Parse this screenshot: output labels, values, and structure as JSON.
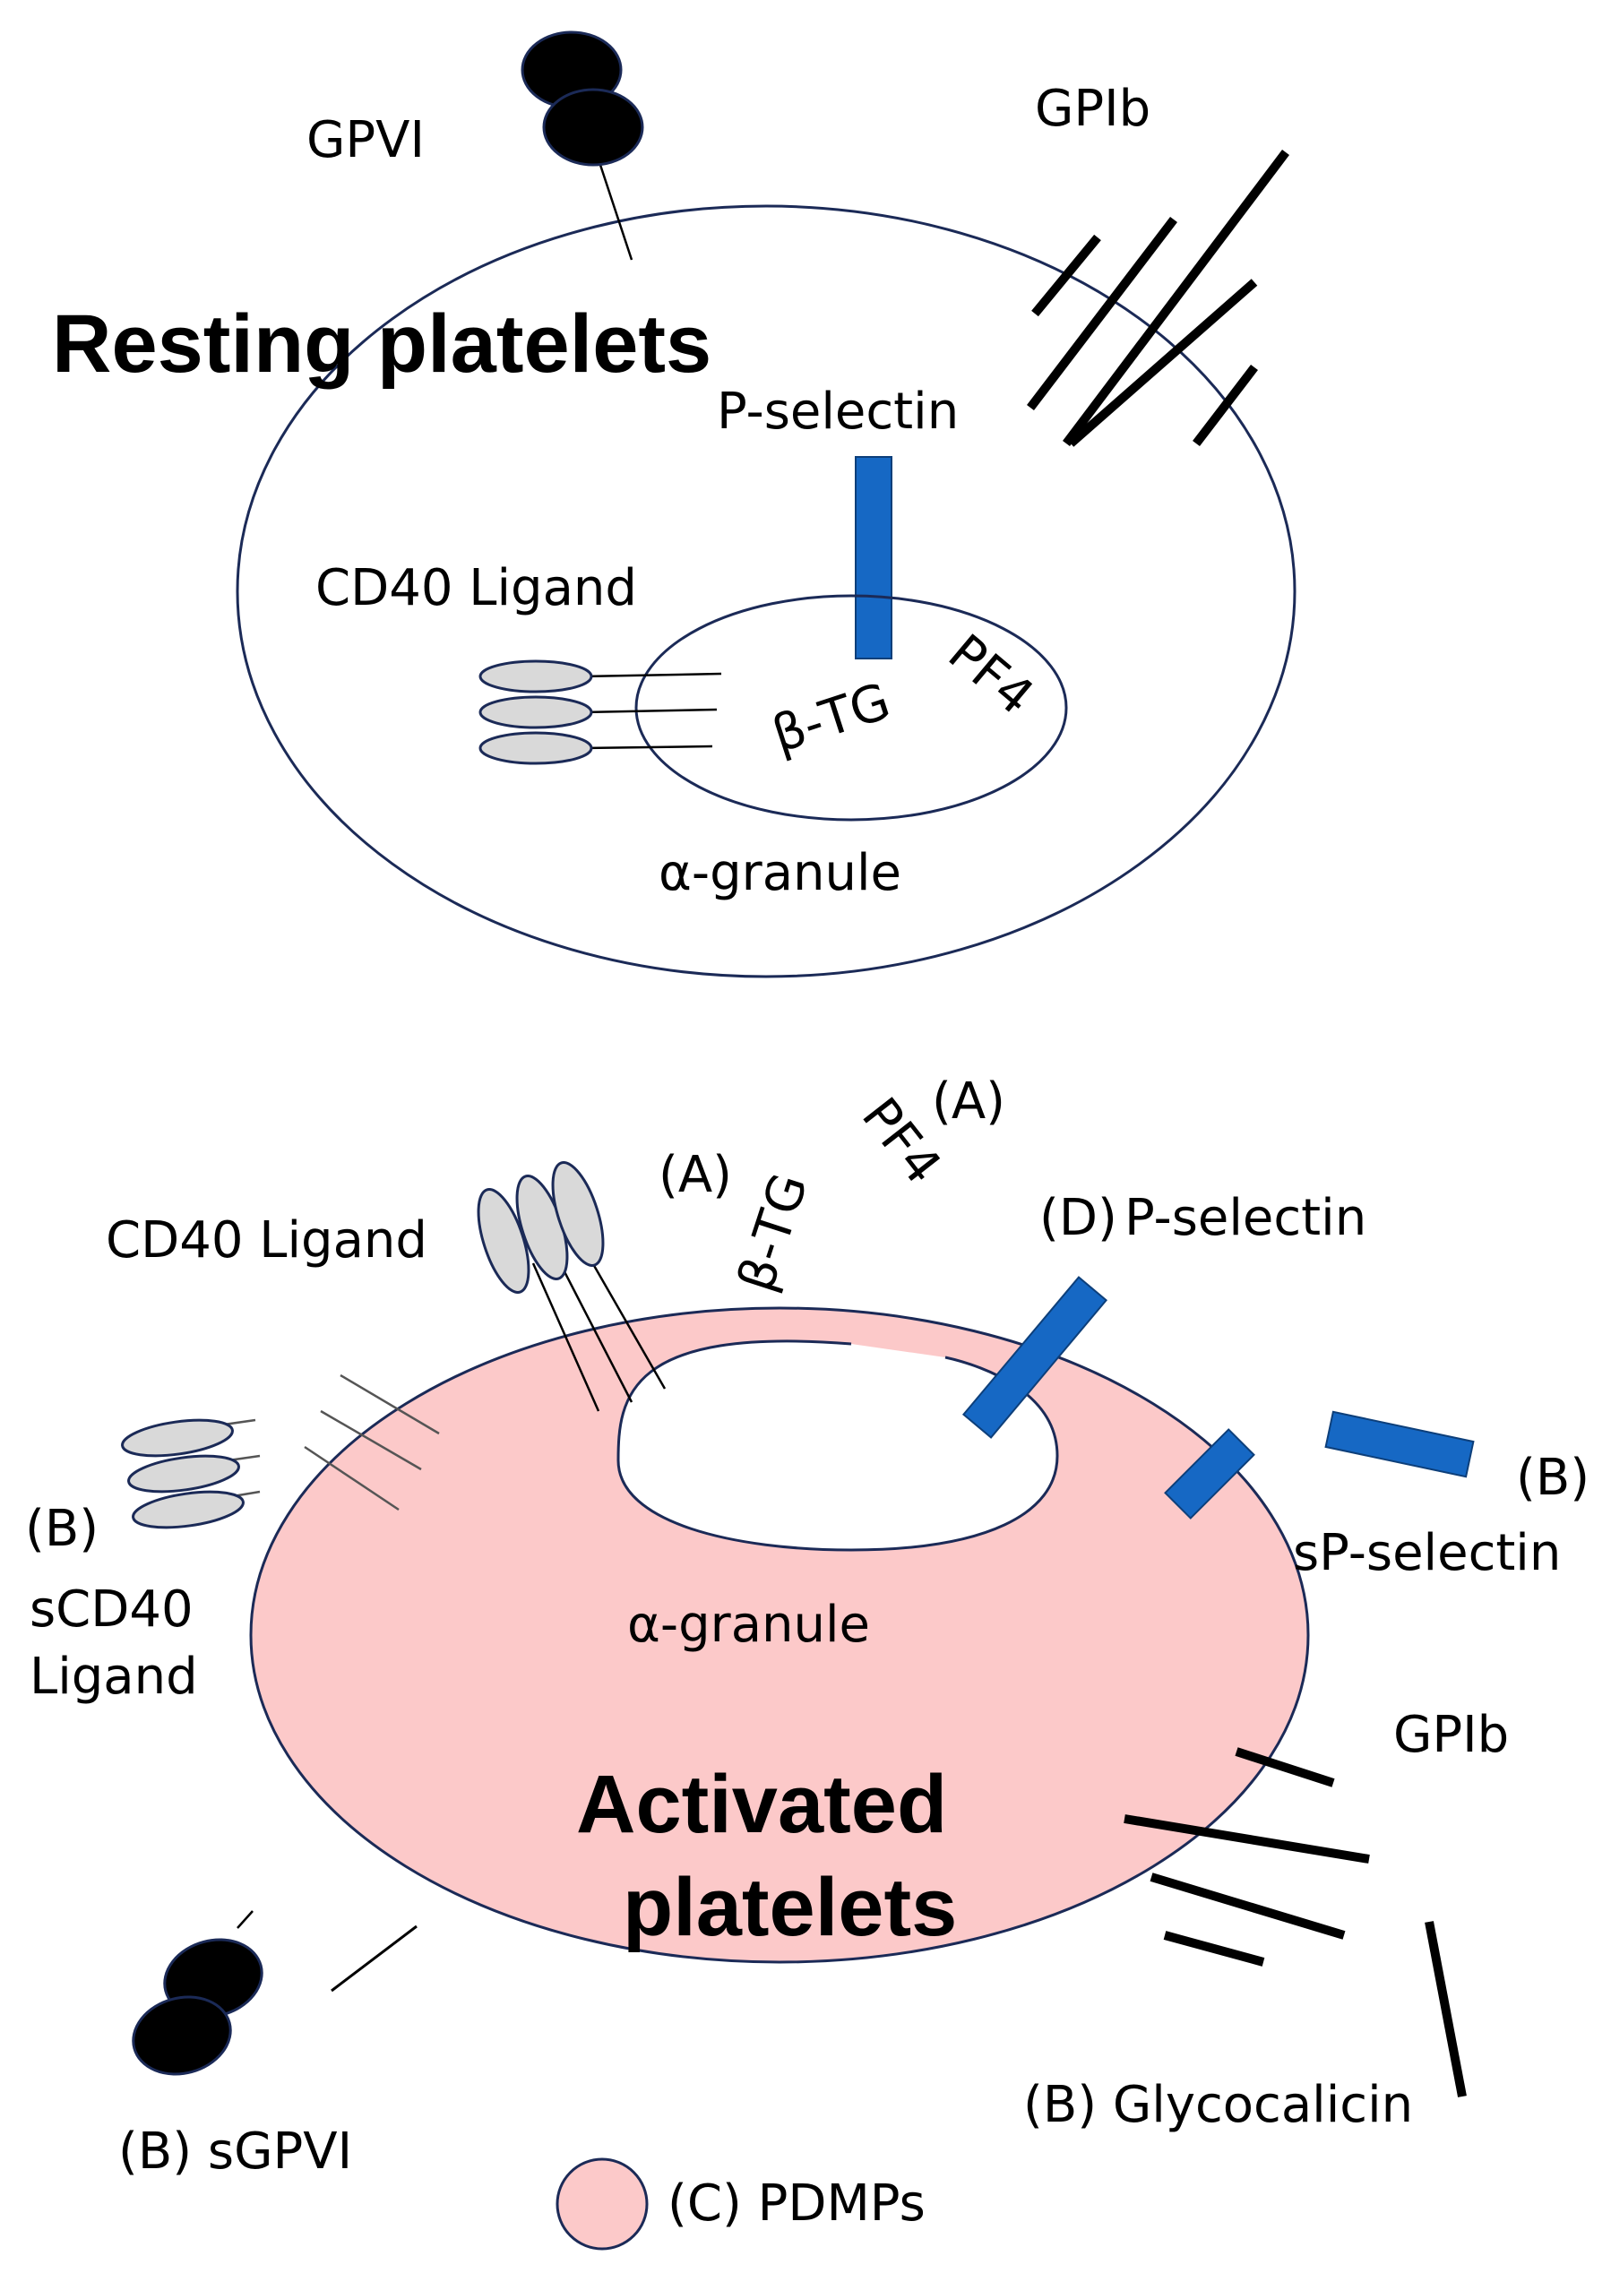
{
  "colors": {
    "membrane": "#1b2a57",
    "activated_fill": "#fcc9c9",
    "p_selectin_blue": "#1668c4",
    "ligand_fill": "#d9d9d9",
    "black": "#000000"
  },
  "resting": {
    "title": "Resting platelets",
    "gpvi": "GPVI",
    "gpib": "GPIb",
    "p_selectin": "P-selectin",
    "cd40_ligand": "CD40 Ligand",
    "beta_tg": "β-TG",
    "pf4": "PF4",
    "alpha_granule": "α-granule"
  },
  "activated": {
    "title_line1": "Activated",
    "title_line2": "platelets",
    "cd40_ligand": "CD40 Ligand",
    "beta_tg_marker": "(A)",
    "beta_tg": "β-TG",
    "pf4_marker": "(A)",
    "pf4": "PF4",
    "p_selectin_marker": "(D)",
    "p_selectin": "P-selectin",
    "sp_selectin_marker": "(B)",
    "sp_selectin": "sP-selectin",
    "scd40_marker": "(B)",
    "scd40_line1": "sCD40",
    "scd40_line2": "Ligand",
    "alpha_granule": "α-granule",
    "gpib": "GPIb",
    "glycocalicin": "(B)  Glycocalicin",
    "sgpvi": "(B)  sGPVI",
    "pdmps": "(C)  PDMPs"
  },
  "icons": [
    "gpvi-dimer-icon",
    "gpib-bar-icon",
    "p-selectin-icon",
    "cd40-ligand-icon",
    "pdmp-icon"
  ]
}
